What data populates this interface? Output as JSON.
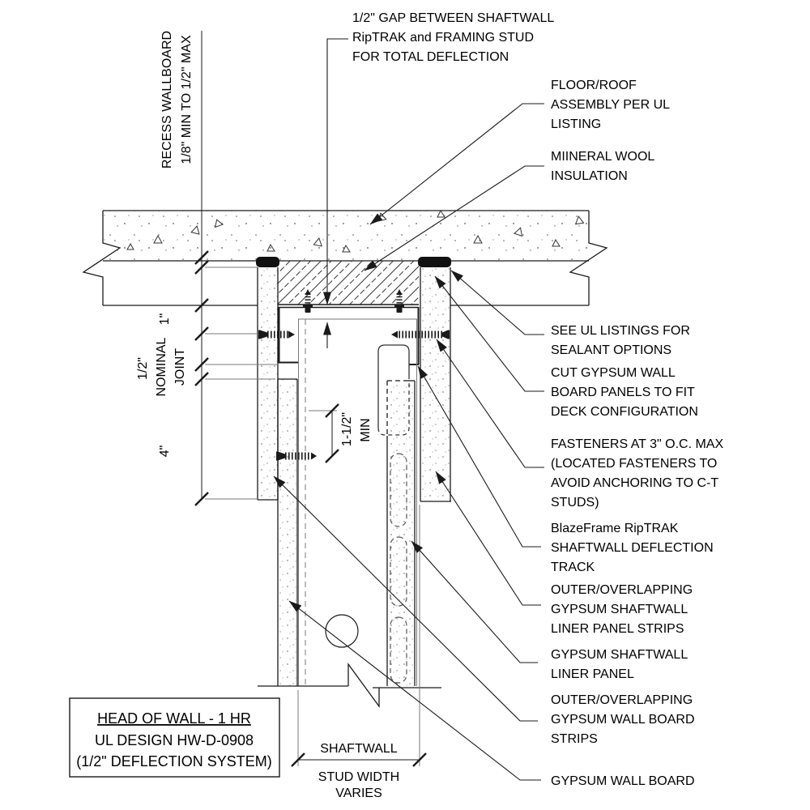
{
  "drawing": {
    "gap_note": [
      "1/2\" GAP BETWEEN SHAFTWALL",
      "RipTRAK and FRAMING STUD",
      "FOR TOTAL DEFLECTION"
    ],
    "callouts": {
      "floor_roof": [
        "FLOOR/ROOF",
        "ASSEMBLY PER UL",
        "LISTING"
      ],
      "mineral_wool": [
        "MIINERAL WOOL",
        "INSULATION"
      ],
      "sealant": [
        "SEE UL LISTINGS FOR",
        "SEALANT OPTIONS"
      ],
      "cut_board": [
        "CUT GYPSUM WALL",
        "BOARD PANELS TO FIT",
        "DECK CONFIGURATION"
      ],
      "fasteners": [
        "FASTENERS AT 3\" O.C. MAX",
        "(LOCATED FASTENERS TO",
        "AVOID ANCHORING TO C-T",
        "STUDS)"
      ],
      "riptrak": [
        "BlazeFrame RipTRAK",
        "SHAFTWALL DEFLECTION",
        "TRACK"
      ],
      "liner_strips": [
        "OUTER/OVERLAPPING",
        "GYPSUM SHAFTWALL",
        "LINER PANEL STRIPS"
      ],
      "liner_panel": [
        "GYPSUM SHAFTWALL",
        "LINER PANEL"
      ],
      "wallboard_strips": [
        "OUTER/OVERLAPPING",
        "GYPSUM WALL BOARD",
        "STRIPS"
      ],
      "wallboard": "GYPSUM WALL BOARD"
    },
    "dimensions": {
      "recess": [
        "RECESS WALLBOARD",
        "1/8\" MIN TO 1/2\" MAX"
      ],
      "one_inch": "1\"",
      "joint": [
        "1/2\"",
        "NOMINAL",
        "JOINT"
      ],
      "four_inch": "4\"",
      "overlap_min": [
        "1-1/2\"",
        "MIN"
      ],
      "stud_width": [
        "SHAFTWALL",
        "STUD WIDTH",
        "VARIES"
      ]
    },
    "title_block": [
      "HEAD OF WALL - 1 HR",
      "UL DESIGN HW-D-0908",
      "(1/2\" DEFLECTION SYSTEM)"
    ],
    "colors": {
      "line": "#1a1a1a",
      "gray": "#7a7a7a",
      "sealant": "#111111",
      "background": "#ffffff"
    }
  }
}
